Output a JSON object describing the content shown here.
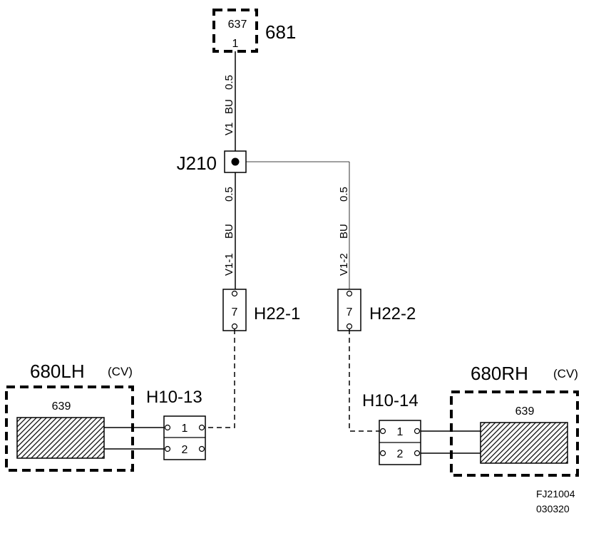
{
  "components": {
    "c681": {
      "id": "681",
      "code": "637",
      "pin": "1"
    },
    "splice": {
      "label": "J210"
    },
    "h22_1": {
      "label": "H22-1",
      "pin": "7"
    },
    "h22_2": {
      "label": "H22-2",
      "pin": "7"
    },
    "h10_13": {
      "label": "H10-13",
      "pin1": "1",
      "pin2": "2"
    },
    "h10_14": {
      "label": "H10-14",
      "pin1": "1",
      "pin2": "2"
    },
    "c680lh": {
      "label": "680LH",
      "qualifier": "(CV)",
      "code": "639"
    },
    "c680rh": {
      "label": "680RH",
      "qualifier": "(CV)",
      "code": "639"
    }
  },
  "wires": {
    "v1": {
      "id": "V1",
      "color": "BU",
      "size": "0.5"
    },
    "v1_1": {
      "id": "V1-1",
      "color": "BU",
      "size": "0.5"
    },
    "v1_2": {
      "id": "V1-2",
      "color": "BU",
      "size": "0.5"
    }
  },
  "footer": {
    "figure_id": "FJ21004",
    "date_code": "030320"
  }
}
